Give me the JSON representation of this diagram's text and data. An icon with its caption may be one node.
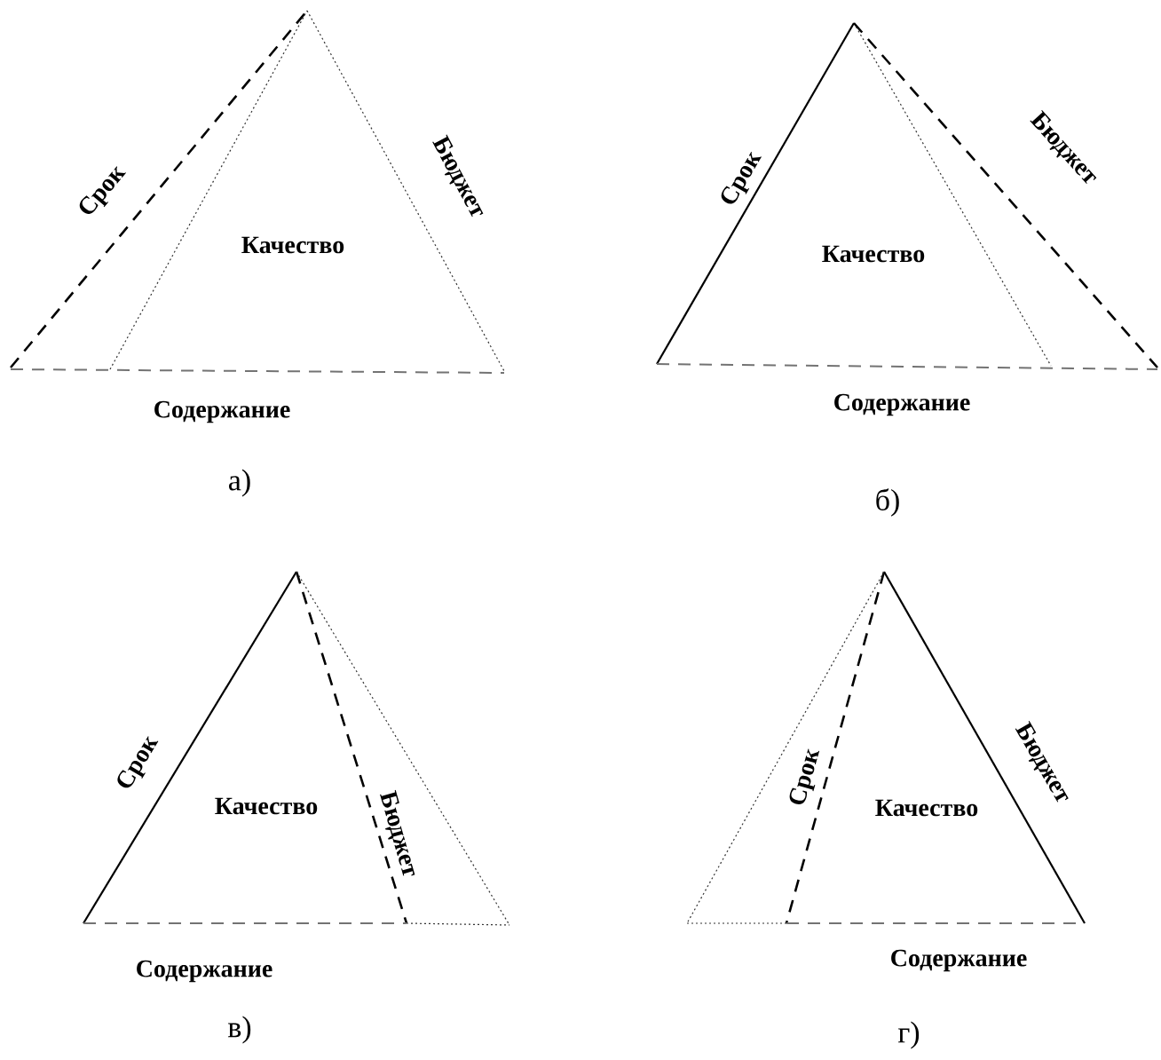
{
  "diagram": {
    "labels": [
      "Срок",
      "Бюджет",
      "Качество",
      "Содержание",
      "а)",
      "Срок",
      "Бюджет",
      "Качество",
      "Содержание",
      "б)",
      "Срок",
      "Бюджет",
      "Качество",
      "Содержание",
      "в)",
      "Срок",
      "Бюджет",
      "Качество",
      "Содержание",
      "г)"
    ]
  }
}
